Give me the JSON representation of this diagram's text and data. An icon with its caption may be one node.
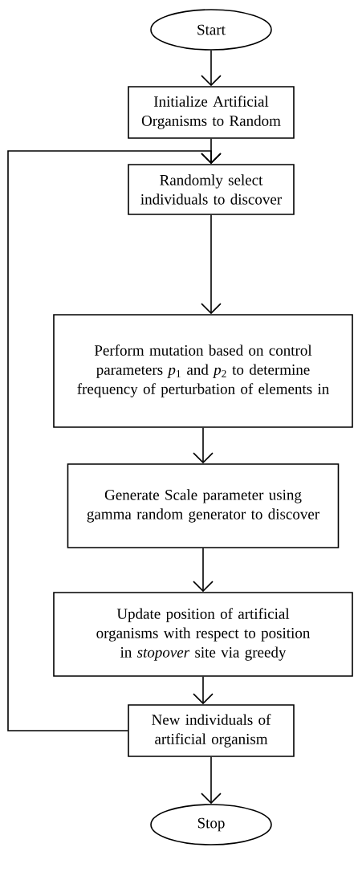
{
  "diagram": {
    "nodes": [
      {
        "text": [
          "Start"
        ]
      },
      {
        "text": [
          "Initialize Artificial Organisms to Random"
        ]
      },
      {
        "text": [
          "Randomly select individuals to discover"
        ]
      },
      {
        "text": [
          "Perform mutation based on control parameters *p*$_{1}$ and *p*$_{2}$ to determine frequency of perturbation of elements in"
        ]
      },
      {
        "text": [
          "Generate Scale parameter using gamma random generator to discover"
        ]
      },
      {
        "text": [
          "Update position of artificial organisms with respect to position in *stopover* site via greedy"
        ]
      },
      {
        "text": [
          "New individuals of artificial organism"
        ]
      },
      {
        "text": [
          "Stop"
        ]
      }
    ],
    "edges": [
      {
        "from": 0,
        "to": 1,
        "arrow": "to"
      },
      {
        "from": 1,
        "to": 2,
        "arrow": "to"
      },
      {
        "from": 2,
        "to": 3,
        "arrow": "to"
      },
      {
        "from": 3,
        "to": 4,
        "arrow": "to"
      },
      {
        "from": 4,
        "to": 5,
        "arrow": "to"
      },
      {
        "from": 5,
        "to": 6,
        "arrow": "to"
      },
      {
        "from": 6,
        "to": 7,
        "arrow": "to"
      },
      {
        "from": 6,
        "to": 2,
        "arrow": "to"
      }
    ]
  }
}
